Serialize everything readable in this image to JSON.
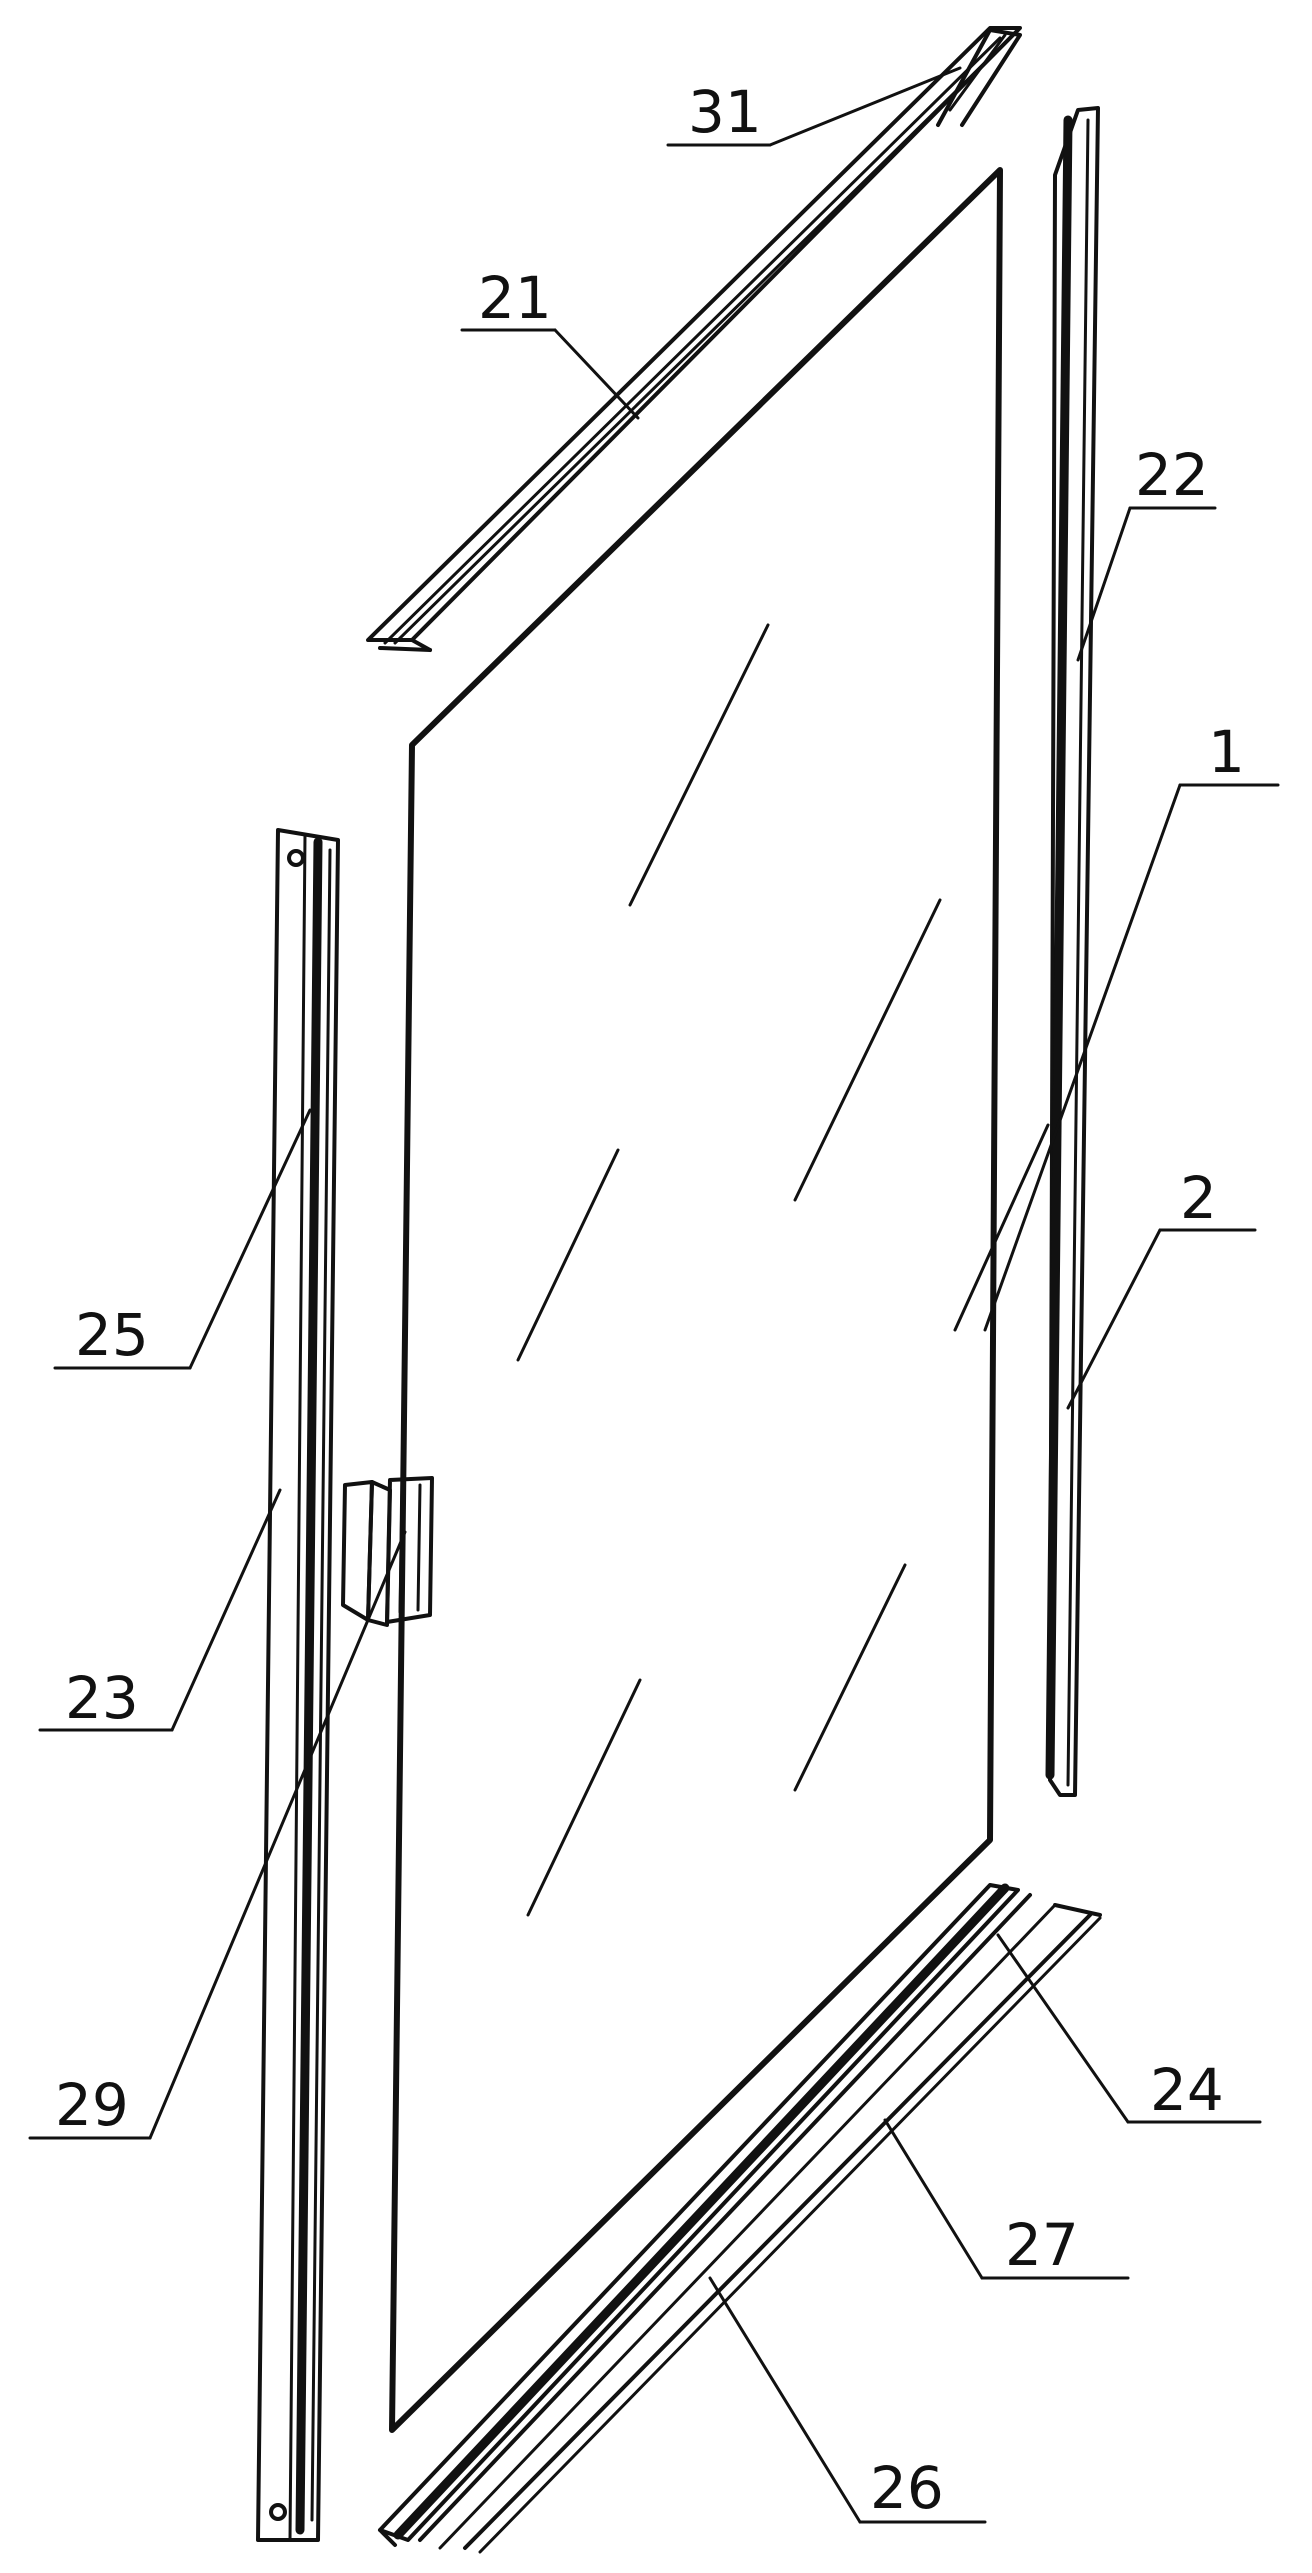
{
  "figure": {
    "labels": {
      "glass_panel": "1",
      "frame_profile": "2",
      "top_bar": "21",
      "right_bar": "22",
      "left_bar": "23",
      "bottom_bar": "24",
      "left_groove": "25",
      "bottom_strip_lower": "26",
      "bottom_strip_upper": "27",
      "hinge_bracket": "29",
      "top_end_cap": "31"
    }
  }
}
